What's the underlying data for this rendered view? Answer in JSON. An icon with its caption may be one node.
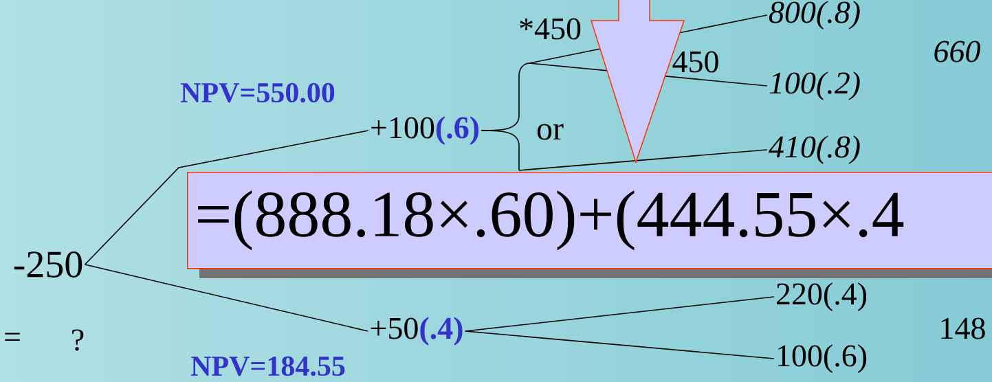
{
  "diagram": {
    "nodes": [
      {
        "text": [
          "-250"
        ]
      },
      {
        "text": [
          "+100",
          "(.6)"
        ]
      },
      {
        "text": [
          "+50",
          "(.4)"
        ]
      },
      {
        "text": [
          "800(.8)"
        ]
      },
      {
        "text": [
          "100(.2)"
        ]
      },
      {
        "text": [
          "410(.8)"
        ]
      },
      {
        "text": [
          "220(.4)"
        ]
      },
      {
        "text": [
          "100(.6)"
        ]
      },
      {
        "text": [
          "=(888.18×.60)+(444.55×.4"
        ]
      }
    ],
    "edges": [
      {
        "from": 0,
        "to": 1,
        "arrow": "none"
      },
      {
        "from": 0,
        "to": 2,
        "arrow": "none"
      },
      {
        "from": 1,
        "to": 3,
        "arrow": "none"
      },
      {
        "from": 1,
        "to": 4,
        "arrow": "none"
      },
      {
        "from": 1,
        "to": 5,
        "arrow": "none"
      },
      {
        "from": 2,
        "to": 6,
        "arrow": "none"
      },
      {
        "from": 2,
        "to": 7,
        "arrow": "none"
      },
      {
        "from": null,
        "to": 8,
        "arrow": "to",
        "color": "#ff3300"
      }
    ],
    "labels": [
      "*450",
      "660",
      "450",
      "NPV=550.00",
      "or",
      "148",
      "=",
      "?",
      "NPV=184.55"
    ]
  }
}
